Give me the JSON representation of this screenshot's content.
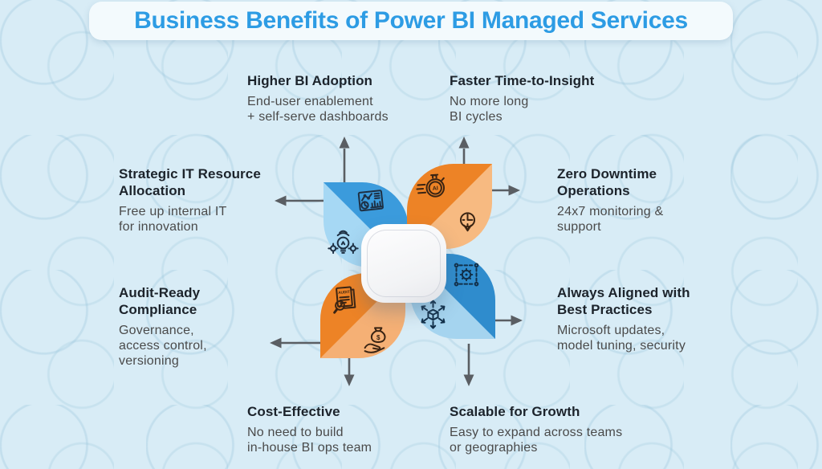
{
  "title": "Business Benefits of Power BI Managed Services",
  "benefits": [
    {
      "heading": "Higher BI Adoption",
      "description": "End-user enablement\n+ self-serve dashboards"
    },
    {
      "heading": "Faster Time-to-Insight",
      "description": "No more long\nBI cycles"
    },
    {
      "heading": "Strategic IT Resource\nAllocation",
      "description": "Free up internal IT\nfor innovation"
    },
    {
      "heading": "Zero Downtime\nOperations",
      "description": "24x7 monitoring &\nsupport"
    },
    {
      "heading": "Audit-Ready\nCompliance",
      "description": "Governance,\naccess control,\nversioning"
    },
    {
      "heading": "Always Aligned with\nBest Practices",
      "description": "Microsoft updates,\nmodel tuning, security"
    },
    {
      "heading": "Cost-Effective",
      "description": "No need to build\nin-house BI ops team"
    },
    {
      "heading": "Scalable for Growth",
      "description": "Easy to expand across teams\nor geographies"
    }
  ],
  "icon_labels": {
    "ai": "AI",
    "audit": "AUDIT",
    "dollar": "$"
  },
  "diagram": {
    "petals": [
      {
        "position": "top-left",
        "color_dark": "#3b9bdc",
        "color_light": "#a6d8f4",
        "icons": [
          "analytics-dashboard",
          "innovation-bulb"
        ]
      },
      {
        "position": "top-right",
        "color_dark": "#ed8326",
        "color_light": "#f7ba81",
        "icons": [
          "ai-stopwatch",
          "time-location-pin"
        ]
      },
      {
        "position": "bottom-right",
        "color_dark": "#2f8ccd",
        "color_light": "#a5d4ef",
        "icons": [
          "automation-gear-frame",
          "scalability-cube"
        ]
      },
      {
        "position": "bottom-left",
        "color_dark": "#ed8326",
        "color_light": "#f5b075",
        "icons": [
          "audit-document",
          "cost-savings-hand"
        ]
      }
    ],
    "arrow_color": "#5a5e63"
  },
  "colors": {
    "background": "#d8ecf6",
    "banner_background": "#f3fafd",
    "title_text": "#2d9ce4",
    "heading_text": "#1c232b",
    "body_text": "#4a4a4a"
  }
}
